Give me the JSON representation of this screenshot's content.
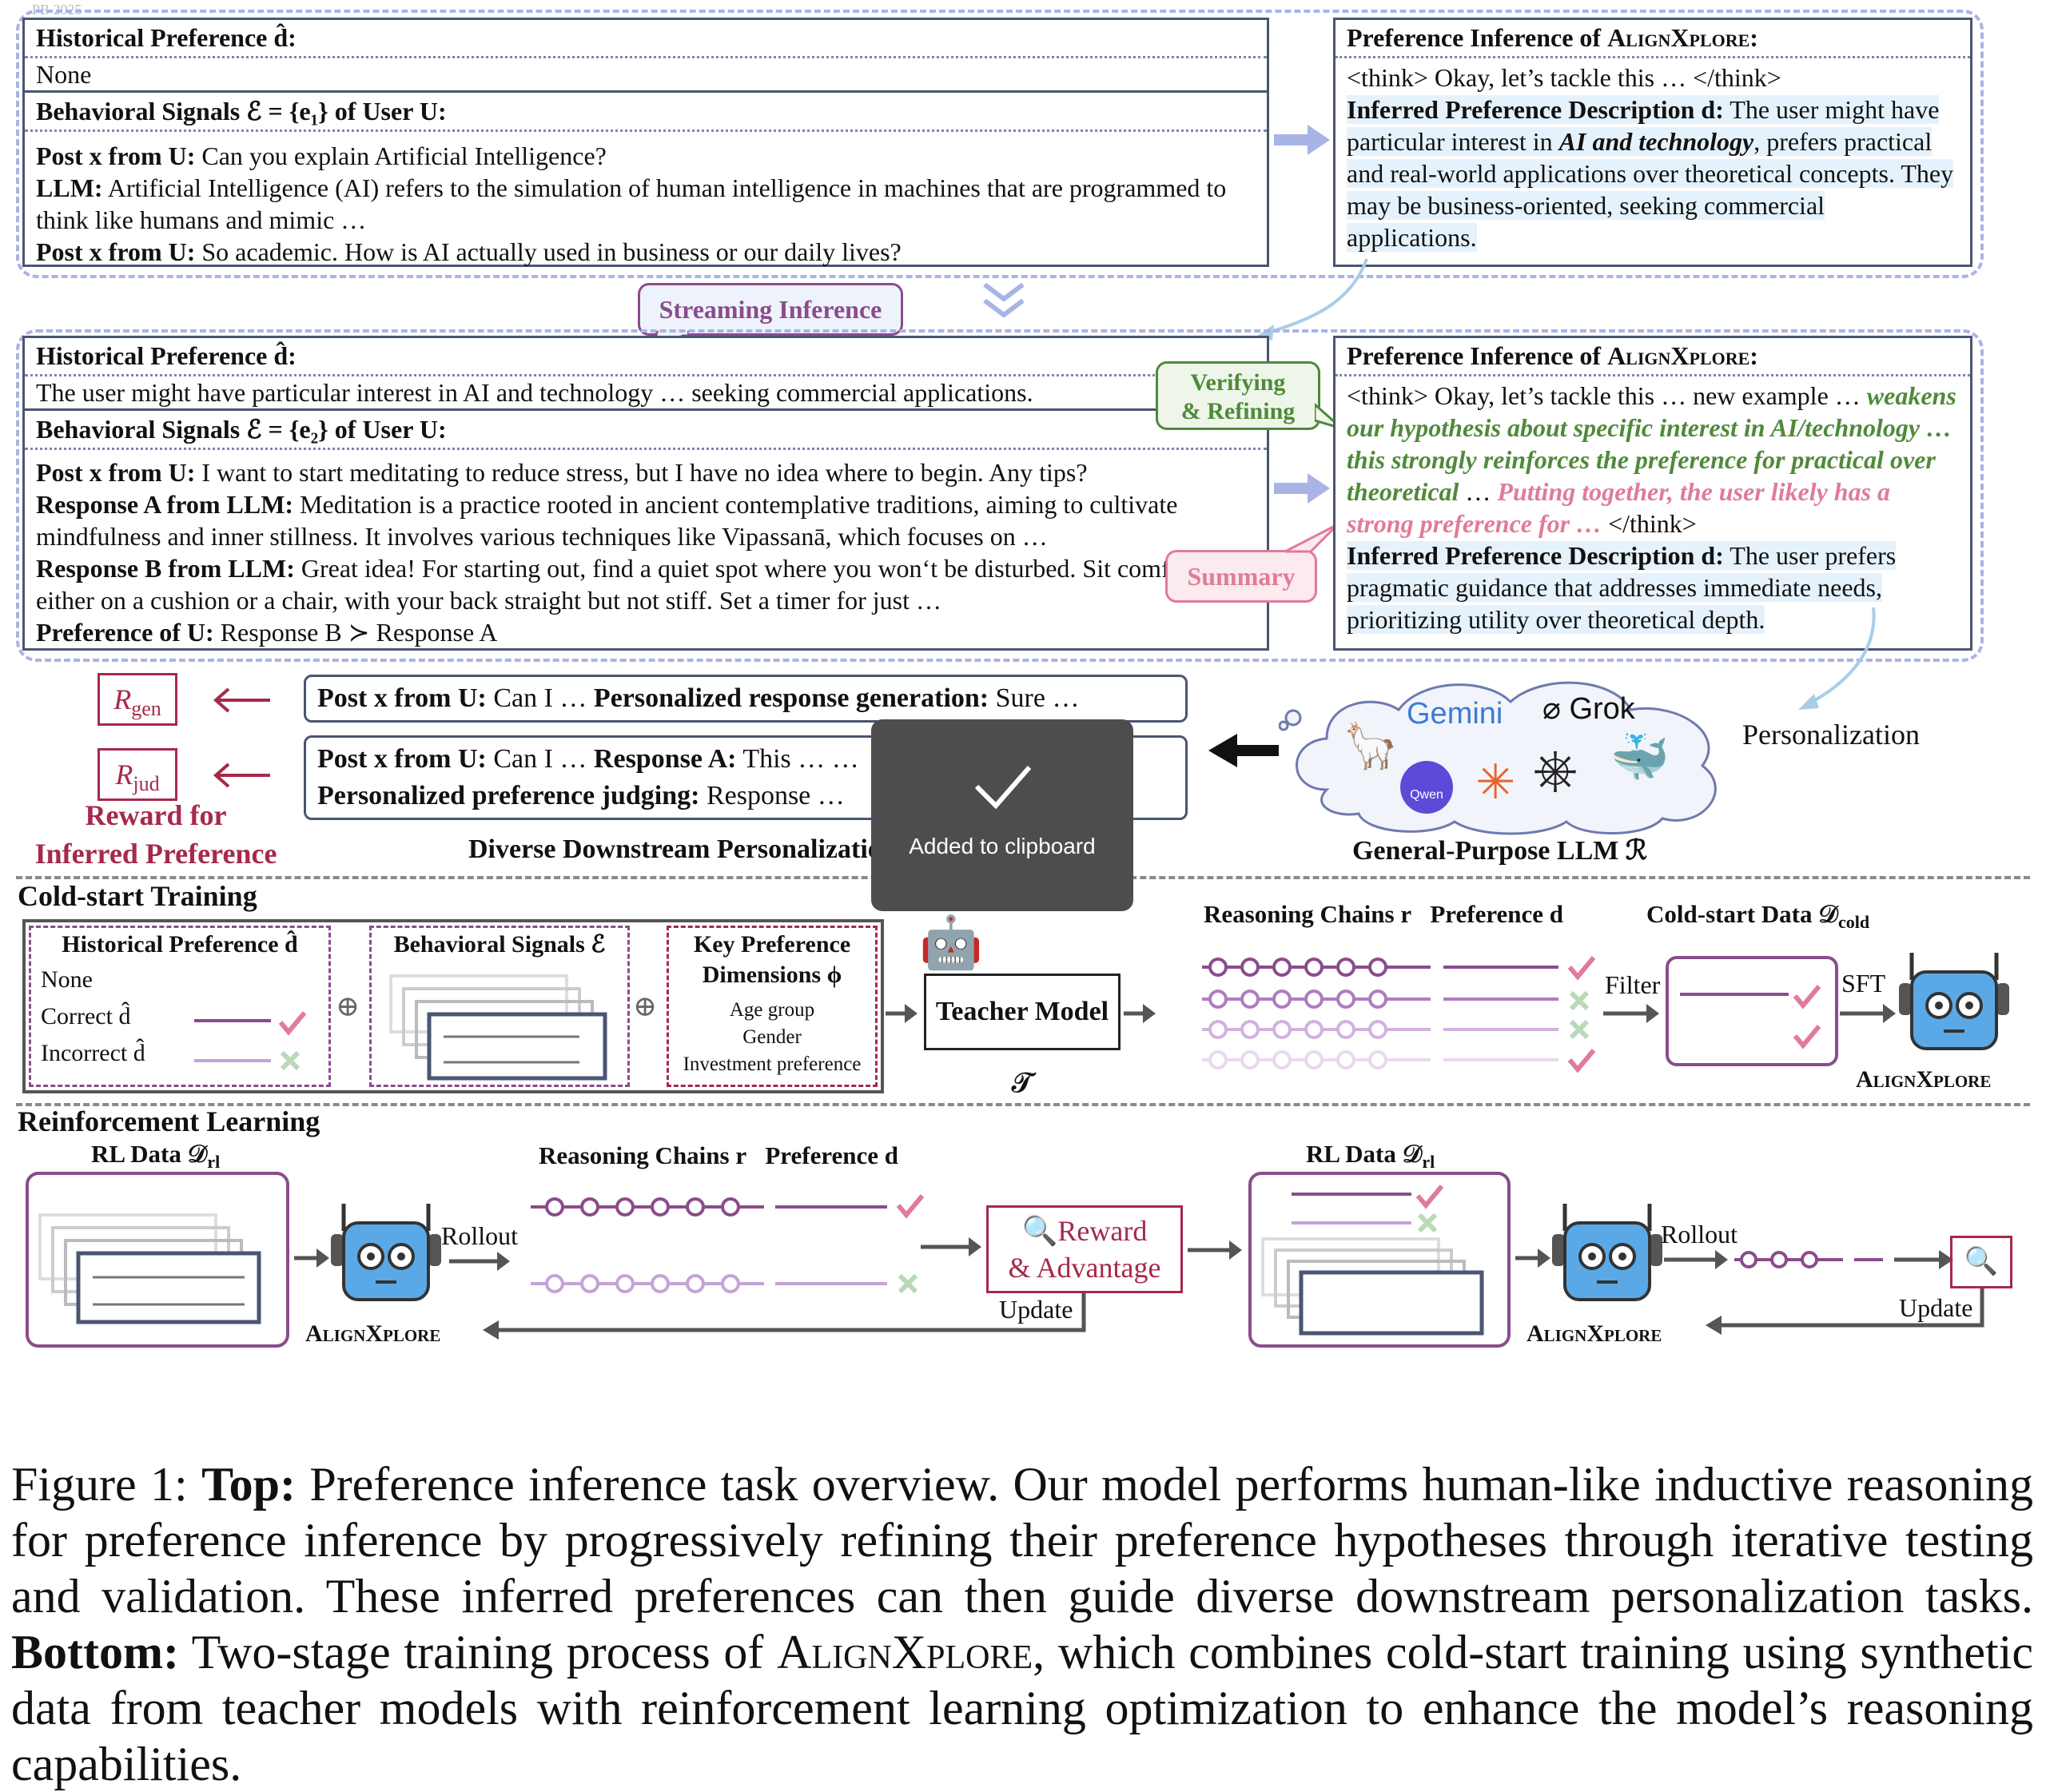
{
  "corner_tag": "PB 2025",
  "top": {
    "panel1": {
      "hist_title": "Historical Preference d̂:",
      "hist_value": "None",
      "signals_title": "Behavioral Signals ℰ = {e₁} of User U:",
      "post1_label": "Post x from U:",
      "post1_text": "Can you explain Artificial Intelligence?",
      "llm_label": "LLM:",
      "llm_text": "Artificial Intelligence (AI) refers to the simulation of human intelligence in machines that are programmed to think like humans and mimic …",
      "post2_label": "Post x from U:",
      "post2_text": "So academic. How is AI actually used in business or our daily lives?"
    },
    "inference1": {
      "title_prefix": "Preference Inference of ",
      "title_name": "AlignXplore:",
      "think": "<think> Okay, let’s tackle this … </think>",
      "desc_label": "Inferred Preference Description d:",
      "desc_a": " The user might have particular interest in ",
      "desc_em": "AI and technology",
      "desc_b": ", prefers practical and real-world applications over theoretical concepts. They may be business-oriented, seeking commercial applications."
    },
    "streaming_label": "Streaming Inference",
    "panel2": {
      "hist_title": "Historical Preference d̂:",
      "hist_value": "The user might have particular interest in AI and technology … seeking commercial applications.",
      "signals_title": "Behavioral Signals ℰ = {e₂} of User U:",
      "post_label": "Post x from U:",
      "post_text": "I want to start meditating to reduce stress, but I have no idea where to begin. Any tips?",
      "resp_a_label": "Response A from LLM:",
      "resp_a_text": "Meditation is a practice rooted in ancient contemplative traditions, aiming to cultivate mindfulness and inner stillness. It involves various techniques like Vipassanā, which focuses on …",
      "resp_b_label": "Response B from LLM:",
      "resp_b_text": "Great idea! For starting out, find a quiet spot where you won‘t be disturbed. Sit comfortably, either on a cushion or a chair, with your back straight but not stiff. Set a timer for just …",
      "pref_label": "Preference of U:",
      "pref_text": "Response B ≻ Response A"
    },
    "verifying_label_1": "Verifying",
    "verifying_label_2": "& Refining",
    "summary_label": "Summary",
    "inference2": {
      "title_prefix": "Preference Inference of ",
      "title_name": "AlignXplore:",
      "think": "<think> Okay, let’s tackle this … new example …",
      "green": "weakens our hypothesis about specific interest in AI/technology … this strongly reinforces the preference for practical over theoretical",
      "mid": " … ",
      "pink": "Putting together, the user likely has a strong preference for …",
      "think_end": " </think>",
      "desc_label": "Inferred Preference Description d:",
      "desc_text": " The user prefers pragmatic guidance that addresses immediate needs, prioritizing utility over theoretical depth."
    }
  },
  "downstream": {
    "r_gen": "R",
    "r_gen_sub": "gen",
    "r_jud": "R",
    "r_jud_sub": "jud",
    "reward_line1": "Reward for",
    "reward_line2": "Inferred Preference",
    "task1_label1": "Post x from U:",
    "task1_text1": " Can I … ",
    "task1_label2": "Personalized response generation:",
    "task1_text2": " Sure …",
    "task2_label1": "Post x from U:",
    "task2_text1": " Can I … ",
    "task2_label2": "Response A:",
    "task2_text2": " This … …",
    "task2_label3": "Personalized preference judging:",
    "task2_text3": " Response …",
    "section_title": "Diverse Downstream Personalization",
    "llm_title": "General-Purpose LLM ℛ",
    "personalization": "Personalization",
    "logos": [
      "Gemini",
      "Grok",
      "Qwen"
    ]
  },
  "coldstart": {
    "title": "Cold-start Training",
    "hist_title": "Historical Preference d̂",
    "hist_items": [
      "None",
      "Correct d̂",
      "Incorrect d̂"
    ],
    "signals_title": "Behavioral Signals ℰ",
    "key_title_1": "Key Preference",
    "key_title_2": "Dimensions ϕ",
    "key_items": [
      "Age group",
      "Gender",
      "Investment preference"
    ],
    "teacher": "Teacher Model 𝒯",
    "chains_label": "Reasoning Chains r",
    "pref_label": "Preference d",
    "filter": "Filter",
    "data_label": "Cold-start Data 𝒟",
    "data_sub": "cold",
    "sft": "SFT",
    "model_name": "AlignXplore"
  },
  "rl": {
    "title": "Reinforcement Learning",
    "data_label": "RL Data 𝒟",
    "data_sub": "rl",
    "rollout": "Rollout",
    "chains_label": "Reasoning Chains r",
    "pref_label": "Preference d",
    "reward_1": "Reward",
    "reward_2": "& Advantage",
    "update": "Update",
    "model_name": "AlignXplore",
    "data_label_2": "RL Data 𝒟",
    "rollout_2": "Rollout",
    "update_2": "Update"
  },
  "caption": {
    "fig": "Figure 1: ",
    "top_label": "Top:",
    "top_text": " Preference inference task overview. Our model performs human-like inductive reasoning for preference inference by progressively refining their preference hypotheses through iterative testing and validation. These inferred preferences can then guide diverse downstream personalization tasks. ",
    "bottom_label": "Bottom:",
    "bottom_text_a": " Two-stage training process of ",
    "bottom_name": "AlignXplore",
    "bottom_text_b": ", which combines cold-start training using synthetic data from teacher models with reinforcement learning optimization to enhance the model’s reasoning capabilities."
  },
  "toast": {
    "label": "Added to clipboard"
  },
  "colors": {
    "purple": "#8a4c8c",
    "blue": "#4b5573",
    "dash": "#a9b4e6",
    "reward": "#a52a4a",
    "green": "#4f8a3a",
    "pink": "#e07b9a"
  }
}
